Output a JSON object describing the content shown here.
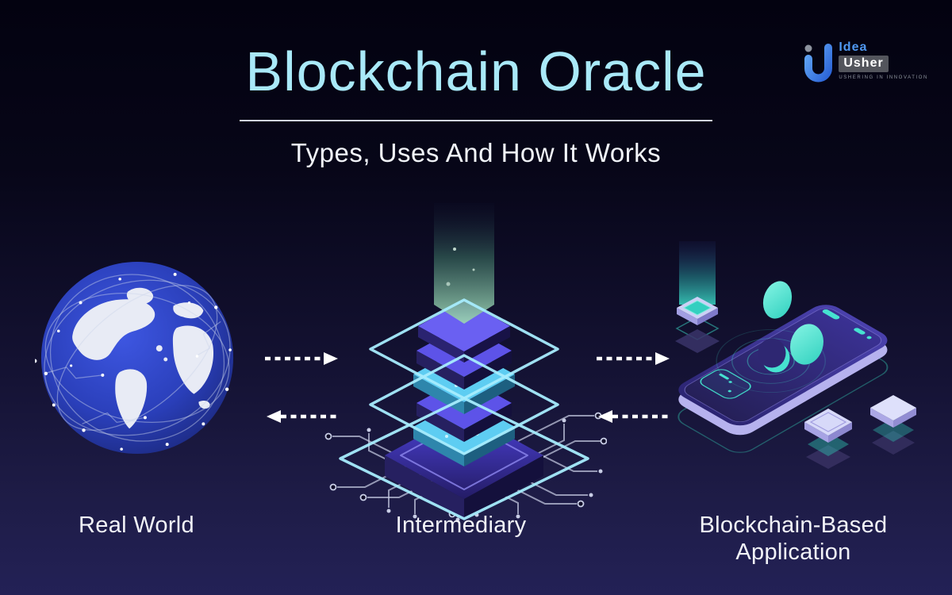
{
  "header": {
    "title": "Blockchain Oracle",
    "subtitle": "Types, Uses And How It Works"
  },
  "logo": {
    "brand_top": "Idea",
    "brand_bottom": "Usher",
    "tagline": "USHERING IN INNOVATION"
  },
  "diagram": {
    "nodes": [
      {
        "id": "real-world",
        "label": "Real World",
        "illustration": "globe-with-network-lines"
      },
      {
        "id": "intermediary",
        "label": "Intermediary",
        "illustration": "blockchain-stack-on-circuit-board"
      },
      {
        "id": "blockchain-application",
        "label": "Blockchain-Based Application",
        "illustration": "smartphone-with-coins-and-blocks"
      }
    ],
    "arrows": [
      {
        "from": "real-world",
        "to": "intermediary",
        "direction": "right",
        "style": "dashed"
      },
      {
        "from": "intermediary",
        "to": "real-world",
        "direction": "left",
        "style": "dashed"
      },
      {
        "from": "intermediary",
        "to": "blockchain-application",
        "direction": "right",
        "style": "dashed"
      },
      {
        "from": "blockchain-application",
        "to": "intermediary",
        "direction": "left",
        "style": "dashed"
      }
    ]
  },
  "colors": {
    "background_top": "#030210",
    "background_bottom": "#232156",
    "title_text": "#A9E9F8",
    "body_text": "#FFFFFF",
    "teal_accent": "#46E2D0",
    "purple_accent": "#5D53E8",
    "wireframe_cyan": "#A7ECFD",
    "logo_blue": "#4F97F0"
  }
}
